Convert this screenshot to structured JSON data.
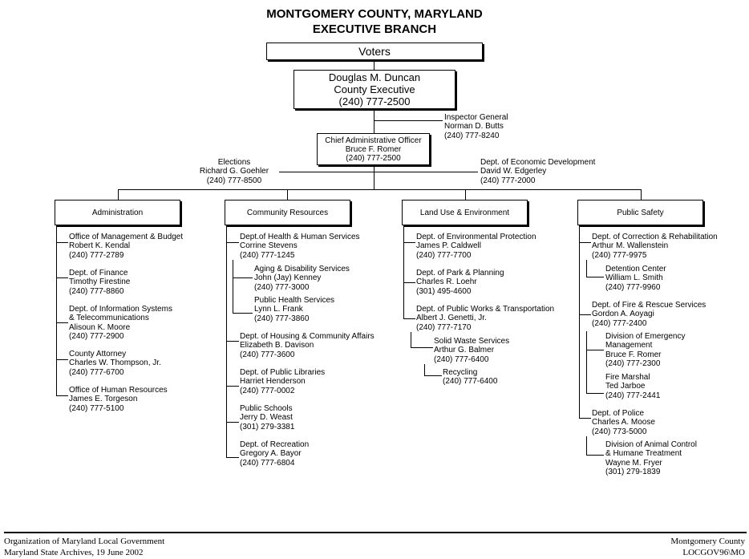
{
  "header": {
    "title": "MONTGOMERY COUNTY, MARYLAND",
    "subtitle": "EXECUTIVE BRANCH"
  },
  "voters": "Voters",
  "executive": {
    "name": "Douglas M. Duncan",
    "title": "County Executive",
    "phone": "(240) 777-2500"
  },
  "inspector": {
    "title": "Inspector General",
    "name": "Norman D. Butts",
    "phone": "(240) 777-8240"
  },
  "cao": {
    "title": "Chief Administrative Officer",
    "name": "Bruce F. Romer",
    "phone": "(240) 777-2500"
  },
  "elections": {
    "title": "Elections",
    "name": "Richard G. Goehler",
    "phone": "(240) 777-8500"
  },
  "econ": {
    "title": "Dept.  of Economic Development",
    "name": "David W. Edgerley",
    "phone": "(240) 777-2000"
  },
  "columns": [
    {
      "label": "Administration",
      "items": [
        [
          "Office of Management & Budget",
          "Robert K. Kendal",
          "(240) 777-2789"
        ],
        [
          "Dept. of Finance",
          "Timothy Firestine",
          "(240) 777-8860"
        ],
        [
          "Dept. of Information Systems",
          "& Telecommunications",
          "Alisoun K. Moore",
          "(240) 777-2900"
        ],
        [
          "County Attorney",
          "Charles W. Thompson, Jr.",
          "(240) 777-6700"
        ],
        [
          "Office of Human Resources",
          "James E. Torgeson",
          "(240) 777-5100"
        ]
      ]
    },
    {
      "label": "Community Resources",
      "items": [
        [
          "Dept.of Health & Human Services",
          "Corrine Stevens",
          "(240) 777-1245"
        ],
        [
          "Dept. of Housing & Community Affairs",
          "Elizabeth B. Davison",
          "(240) 777-3600"
        ],
        [
          "Dept. of Public Libraries",
          "Harriet Henderson",
          "(240) 777-0002"
        ],
        [
          "Public Schools",
          "Jerry D. Weast",
          "(301) 279-3381"
        ],
        [
          "Dept. of Recreation",
          "Gregory A. Bayor",
          "(240) 777-6804"
        ]
      ],
      "subs": [
        [
          "Aging & Disability Services",
          "John (Jay) Kenney",
          "(240) 777-3000"
        ],
        [
          "Public Health Services",
          "Lynn L. Frank",
          "(240) 777-3860"
        ]
      ]
    },
    {
      "label": "Land Use & Environment",
      "items": [
        [
          "Dept. of Environmental Protection",
          "James P. Caldwell",
          "(240) 777-7700"
        ],
        [
          "Dept. of Park & Planning",
          "Charles R. Loehr",
          "(301) 495-4600"
        ],
        [
          "Dept. of Public Works & Transportation",
          "Albert J. Genetti, Jr.",
          "(240) 777-7170"
        ]
      ],
      "subs": [
        [
          "Solid Waste Services",
          "Arthur G. Balmer",
          "(240) 777-6400"
        ],
        [
          "Recycling",
          "(240) 777-6400"
        ]
      ]
    },
    {
      "label": "Public Safety",
      "items": [
        [
          "Dept. of Correction & Rehabilitation",
          "Arthur M. Wallenstein",
          "(240) 777-9975"
        ],
        [
          "Dept. of Fire & Rescue Services",
          "Gordon A. Aoyagi",
          "(240) 777-2400"
        ],
        [
          "Dept. of Police",
          "Charles A. Moose",
          "(240) 773-5000"
        ]
      ],
      "subs": [
        [
          "Detention Center",
          "William L. Smith",
          "(240) 777-9960"
        ],
        [
          "Division of Emergency",
          "Management",
          "Bruce F. Romer",
          "(240) 777-2300"
        ],
        [
          "Fire Marshal",
          "Ted Jarboe",
          "(240) 777-2441"
        ],
        [
          "Division of Animal Control",
          "& Humane Treatment",
          "Wayne M. Fryer",
          "(301) 279-1839"
        ]
      ]
    }
  ],
  "footer": {
    "left1": "Organization of Maryland Local Government",
    "left2": "Maryland State Archives, 19 June 2002",
    "right1": "Montgomery County",
    "right2": "LOCGOV96\\MO"
  }
}
